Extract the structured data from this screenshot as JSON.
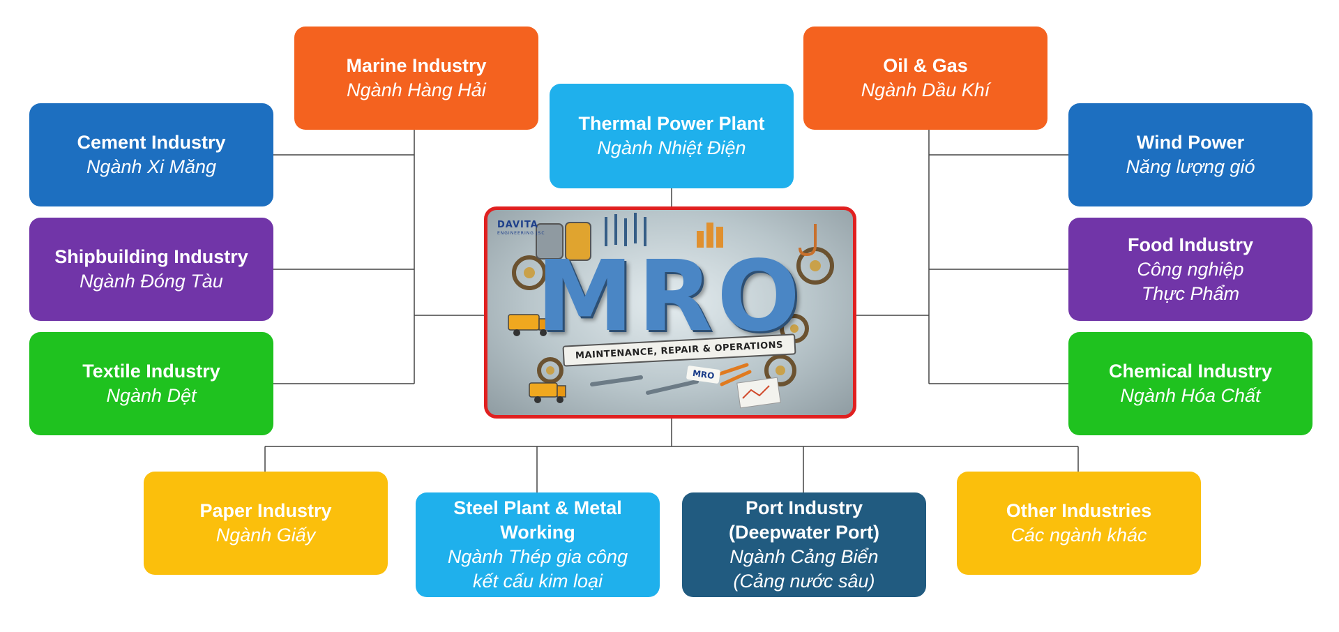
{
  "center": {
    "logo": "DAVITA",
    "logo_sub": "ENGINEERING JSC",
    "title": "MRO",
    "banner": "MAINTENANCE, REPAIR & OPERATIONS",
    "tag": "MRO"
  },
  "boxes": {
    "marine": {
      "en": "Marine Industry",
      "vi": "Ngành Hàng Hải",
      "color": "#f4621f"
    },
    "oil": {
      "en": "Oil & Gas",
      "vi": "Ngành Dầu Khí",
      "color": "#f4621f"
    },
    "thermal": {
      "en": "Thermal Power Plant",
      "vi": "Ngành Nhiệt Điện",
      "color": "#1fb0ec"
    },
    "cement": {
      "en": "Cement Industry",
      "vi": "Ngành Xi Măng",
      "color": "#1d6fc0"
    },
    "ship": {
      "en": "Shipbuilding Industry",
      "vi": "Ngành Đóng Tàu",
      "color": "#7135a8"
    },
    "textile": {
      "en": "Textile Industry",
      "vi": "Ngành Dệt",
      "color": "#1fc21f"
    },
    "wind": {
      "en": "Wind Power",
      "vi": "Năng lượng gió",
      "color": "#1d6fc0"
    },
    "food": {
      "en": "Food Industry",
      "vi_1": "Công nghiệp",
      "vi_2": "Thực Phẩm",
      "color": "#7135a8"
    },
    "chemical": {
      "en": "Chemical Industry",
      "vi": "Ngành Hóa Chất",
      "color": "#1fc21f"
    },
    "paper": {
      "en": "Paper Industry",
      "vi": "Ngành Giấy",
      "color": "#fbbf0c"
    },
    "steel": {
      "en_1": "Steel Plant & Metal",
      "en_2": "Working",
      "vi_1": "Ngành Thép gia công",
      "vi_2": "kết cấu kim loại",
      "color": "#1fb0ec"
    },
    "port": {
      "en_1": "Port Industry",
      "en_2": "(Deepwater Port)",
      "vi_1": "Ngành Cảng Biển",
      "vi_2": "(Cảng nước sâu)",
      "color": "#215b80"
    },
    "other": {
      "en": "Other Industries",
      "vi": "Các ngành khác",
      "color": "#fbbf0c"
    }
  }
}
